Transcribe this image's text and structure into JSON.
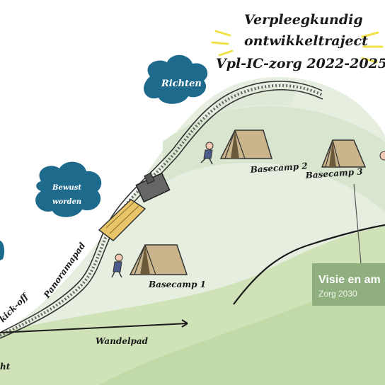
{
  "title": {
    "line1": "Verpleegkundig",
    "line2": "ontwikkeltraject",
    "line3": "Vpl-IC-zorg 2022-2025"
  },
  "clouds": {
    "richten": "Richten",
    "bewust_line1": "Bewust",
    "bewust_line2": "worden"
  },
  "camps": {
    "camp1": "Basecamp 1",
    "camp2": "Basecamp 2",
    "camp3": "Basecamp 3"
  },
  "paths": {
    "panorama": "Panoramapad",
    "kickoff": "kick-off",
    "wandel": "Wandelpad",
    "corner": "ht"
  },
  "vision_box": {
    "title": "Visie en am",
    "subtitle": "Zorg 2030"
  },
  "colors": {
    "cloud": "#1e6a8d",
    "mountain": "#d8e6cf",
    "meadow": "#b9d49a",
    "tent": "#c9b48c",
    "vision_box": "#8fb07e",
    "sunray": "#f2e24a"
  }
}
